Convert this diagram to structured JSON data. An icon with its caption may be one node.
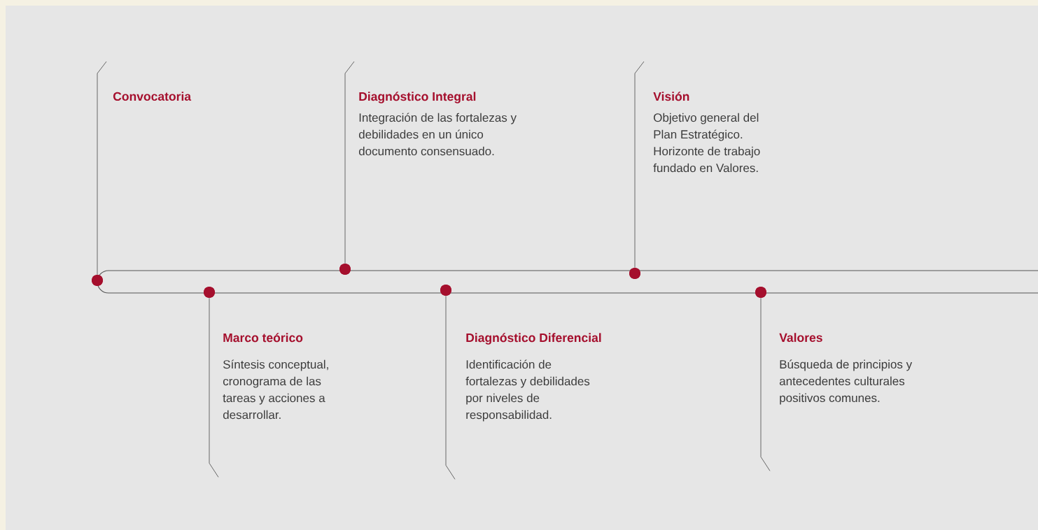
{
  "diagram": {
    "nodes": [
      {
        "text": [
          "Convocatoria"
        ]
      },
      {
        "text": [
          "Marco teórico",
          "Síntesis conceptual, cronograma de las tareas y acciones a desarrollar."
        ]
      },
      {
        "text": [
          "Diagnóstico Integral",
          "Integración de las fortalezas y debilidades en un único documento consensuado."
        ]
      },
      {
        "text": [
          "Diagnóstico Diferencial",
          "Identificación de fortalezas y debilidades por niveles de responsabilidad."
        ]
      },
      {
        "text": [
          "Visión",
          "Objetivo general del Plan Estratégico. Horizonte de trabajo fundado en Valores."
        ]
      },
      {
        "text": [
          "Valores",
          "Búsqueda de principios y antecedentes culturales positivos comunes."
        ]
      },
      {
        "text": [],
        "shape": "circle"
      },
      {
        "text": [],
        "shape": "circle"
      },
      {
        "text": [],
        "shape": "circle"
      },
      {
        "text": [],
        "shape": "circle"
      },
      {
        "text": [],
        "shape": "circle"
      },
      {
        "text": [],
        "shape": "circle"
      }
    ],
    "edges": [
      {
        "from": 6,
        "to": 0,
        "arrow": "none"
      },
      {
        "from": 7,
        "to": 1,
        "arrow": "none"
      },
      {
        "from": 8,
        "to": 2,
        "arrow": "none"
      },
      {
        "from": 9,
        "to": 3,
        "arrow": "none"
      },
      {
        "from": 10,
        "to": 4,
        "arrow": "none"
      },
      {
        "from": 11,
        "to": 5,
        "arrow": "none"
      }
    ]
  }
}
